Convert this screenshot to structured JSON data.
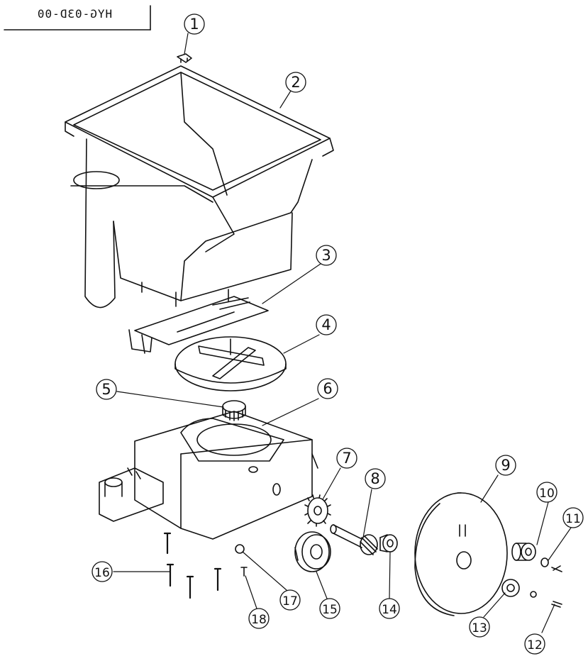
{
  "drawing": {
    "title_block": "HYG-03D-00",
    "parts": [
      {
        "id": "1",
        "label": "1"
      },
      {
        "id": "2",
        "label": "2"
      },
      {
        "id": "3",
        "label": "3"
      },
      {
        "id": "4",
        "label": "4"
      },
      {
        "id": "5",
        "label": "5"
      },
      {
        "id": "6",
        "label": "6"
      },
      {
        "id": "7",
        "label": "7"
      },
      {
        "id": "8",
        "label": "8"
      },
      {
        "id": "9",
        "label": "9"
      },
      {
        "id": "10",
        "label": "10"
      },
      {
        "id": "11",
        "label": "11"
      },
      {
        "id": "12",
        "label": "12"
      },
      {
        "id": "13",
        "label": "13"
      },
      {
        "id": "14",
        "label": "14"
      },
      {
        "id": "15",
        "label": "15"
      },
      {
        "id": "16",
        "label": "16"
      },
      {
        "id": "17",
        "label": "17"
      },
      {
        "id": "18",
        "label": "18"
      }
    ]
  }
}
